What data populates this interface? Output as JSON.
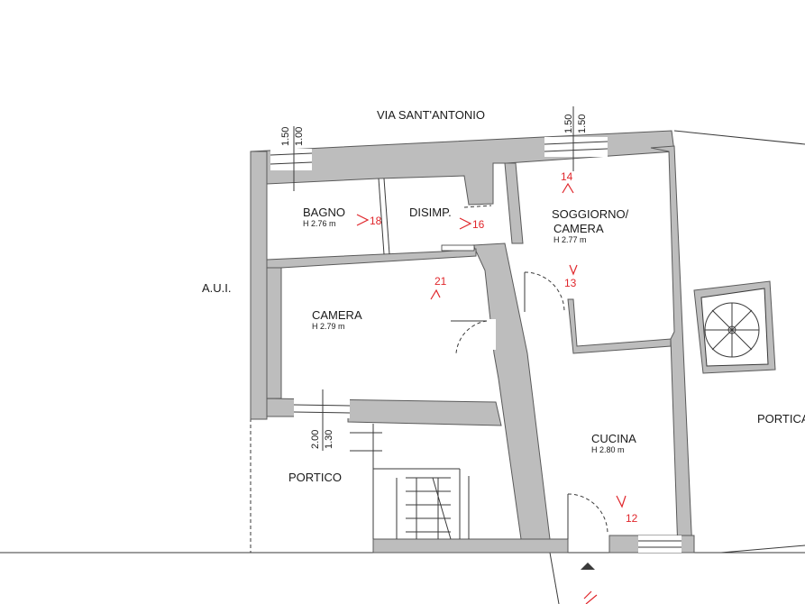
{
  "street": "VIA SANT'ANTONIO",
  "neighbor": "A.U.I.",
  "rooms": {
    "bagno": {
      "name": "BAGNO",
      "height": "H 2.76 m"
    },
    "disimp": {
      "name": "DISIMP."
    },
    "soggiorno": {
      "name_line1": "SOGGIORNO/",
      "name_line2": "CAMERA",
      "height": "H 2.77 m"
    },
    "camera": {
      "name": "CAMERA",
      "height": "H 2.79 m"
    },
    "cucina": {
      "name": "CUCINA",
      "height": "H 2.80 m"
    },
    "portico_left": {
      "name": "PORTICO"
    },
    "portico_right": {
      "name": "PORTICA"
    }
  },
  "dimensions": {
    "bagno_window": {
      "a": "1.50",
      "b": "1.00"
    },
    "soggiorno_window": {
      "a": "1.50",
      "b": "1.50"
    },
    "camera_window": {
      "a": "2.00",
      "b": "1.30"
    }
  },
  "markers": {
    "m14": "14",
    "m18": "18",
    "m16": "16",
    "m21": "21",
    "m13": "13",
    "m12": "12"
  },
  "colors": {
    "wall": "#bdbdbd",
    "line": "#3a3a3a",
    "marker": "#e0262b"
  }
}
